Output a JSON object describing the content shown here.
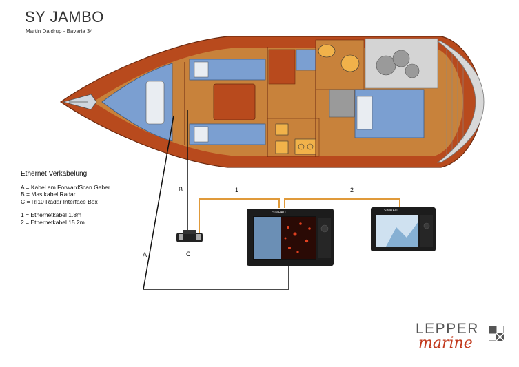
{
  "header": {
    "title": "SY JAMBO",
    "subtitle": "Martin Daldrup - Bavaria 34"
  },
  "legend": {
    "heading": "Ethernet Verkabelung",
    "items": [
      "A = Kabel am ForwardScan Geber",
      "B = Mastkabel Radar",
      "C = RI10 Radar Interface Box"
    ],
    "cables": [
      "1 = Ethernetkabel 1.8m",
      "2 = Ethernetkabel 15.2m"
    ]
  },
  "labels": {
    "a": "A",
    "b": "B",
    "c": "C",
    "one": "1",
    "two": "2"
  },
  "displays": {
    "main_brand": "SIMRAD",
    "second_brand": "SIMRAD"
  },
  "brand": {
    "word1": "LEPPER",
    "word2": "marine"
  },
  "colors": {
    "hull": "#b84a1d",
    "deck": "#c8823b",
    "cushion": "#7b9fd1",
    "cable_orange": "#e09a3a",
    "cable_black": "#111111",
    "brand_red": "#c23a1e"
  }
}
